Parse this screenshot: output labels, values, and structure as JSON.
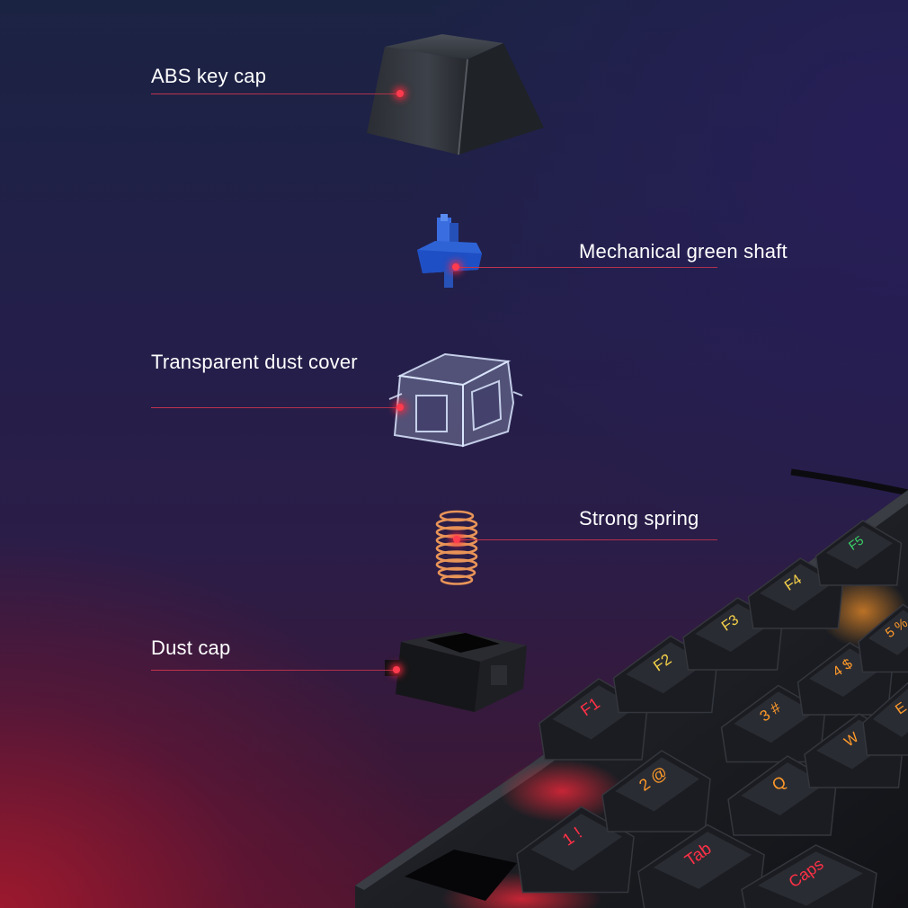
{
  "labels": {
    "abs_key_cap": "ABS key cap",
    "mechanical_green_shaft": "Mechanical green shaft",
    "transparent_dust_cover": "Transparent dust cover",
    "strong_spring": "Strong spring",
    "dust_cap": "Dust cap"
  },
  "keyboard": {
    "key_legends": [
      "F1",
      "F2",
      "F3",
      "F4",
      "F5",
      "1 !",
      "2 @",
      "3 #",
      "4 $",
      "5 %",
      "Q",
      "W",
      "E",
      "Tab",
      "Caps"
    ]
  },
  "colors": {
    "leader_line": "#c2334d",
    "callout_dot": "#ff3b4e",
    "backlight_red": "#ff3046",
    "backlight_orange": "#ff9a2a",
    "backlight_yellow": "#f6d34a",
    "backlight_green": "#3ad66a"
  }
}
